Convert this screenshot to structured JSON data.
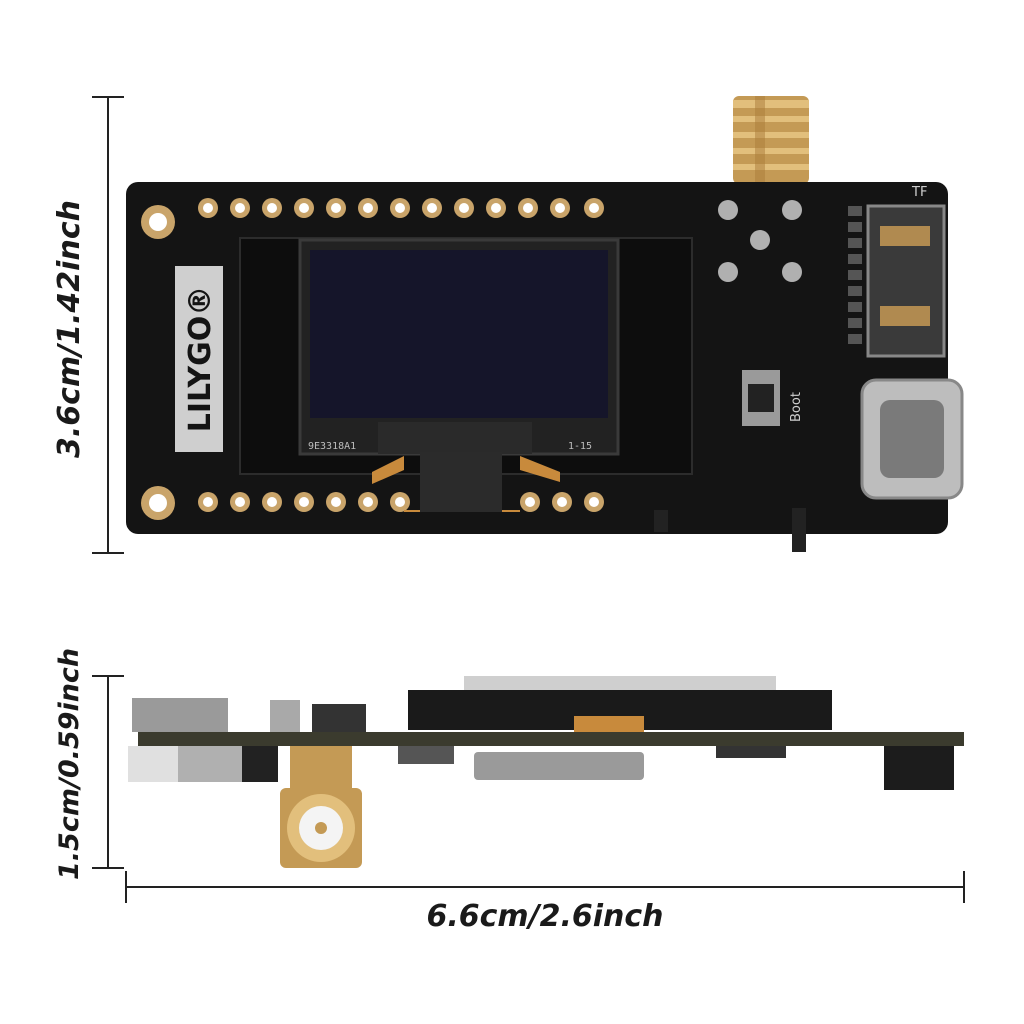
{
  "dimensions": {
    "top_height": "3.6cm/1.42inch",
    "side_height": "1.5cm/0.59inch",
    "width": "6.6cm/2.6inch"
  },
  "board": {
    "brand": "LILYGO®",
    "boot_label": "Boot",
    "tf_label": "TF",
    "oled_code_left": "9E3318A1",
    "oled_code_right": "1-15"
  },
  "colors": {
    "pcb": "#141414",
    "gold": "#c9a46a",
    "screen": "#15152a",
    "flex": "#c88a3c"
  }
}
